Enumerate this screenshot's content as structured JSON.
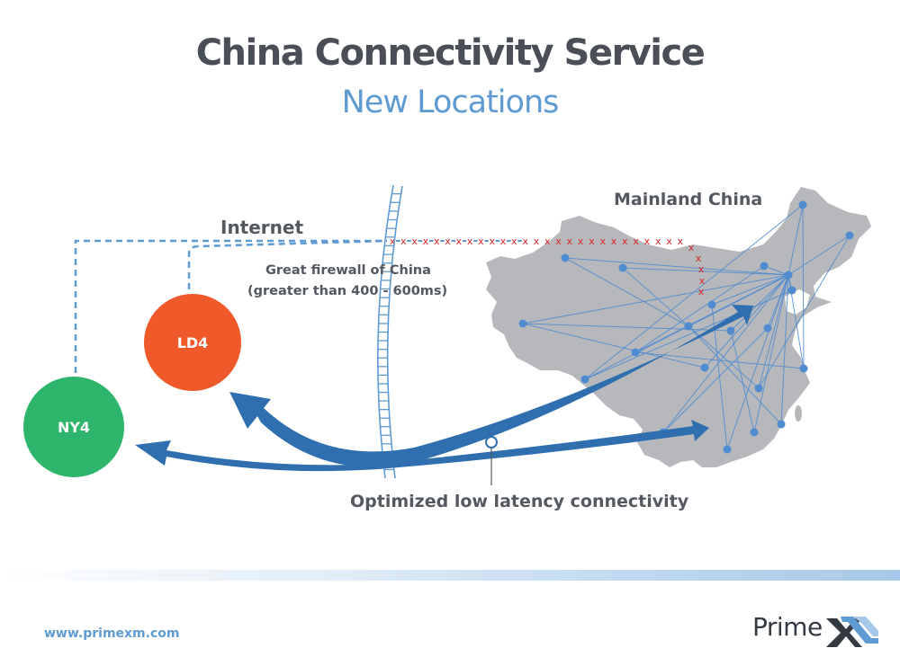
{
  "header": {
    "title": "China Connectivity Service",
    "subtitle": "New Locations"
  },
  "diagram": {
    "internet_label": "Internet",
    "firewall_label_line1": "Great firewall of China",
    "firewall_label_line2": "(greater than 400 - 600ms)",
    "region_label": "Mainland China",
    "connectivity_label": "Optimized low latency connectivity",
    "blocked_marker": "x",
    "nodes": [
      {
        "id": "ny4",
        "label": "NY4",
        "color": "#2db56b"
      },
      {
        "id": "ld4",
        "label": "LD4",
        "color": "#f0592a"
      }
    ],
    "colors": {
      "map": "#b7b8bc",
      "route_line": "#2f6fb0",
      "internet_line": "#5f9bd3",
      "blocked_marker": "#d9262c",
      "mesh_line": "#4f8bd0",
      "city_dot": "#4f8bd0"
    }
  },
  "footer": {
    "url": "www.primexm.com",
    "logo_text": "Prime"
  }
}
